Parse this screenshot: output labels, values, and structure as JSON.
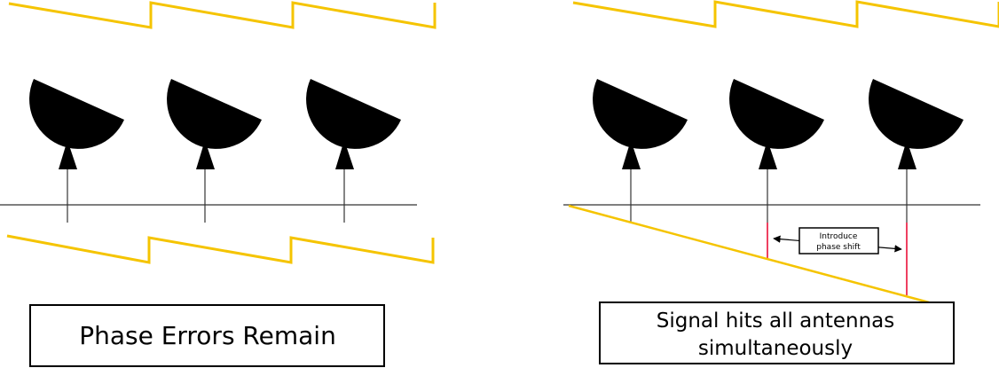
{
  "panels": {
    "left": {
      "caption": "Phase Errors Remain"
    },
    "right": {
      "caption_line1": "Signal hits all antennas",
      "caption_line2": "simultaneously",
      "annotation_line1": "Introduce",
      "annotation_line2": "phase shift"
    }
  },
  "colors": {
    "wave": "#f5c400",
    "ink": "#000000",
    "delay": "#e8002a",
    "line": "#333333"
  }
}
